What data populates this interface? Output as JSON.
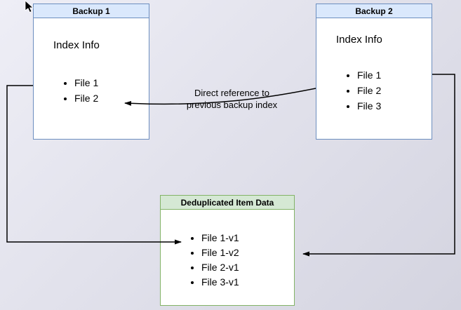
{
  "diagram": {
    "backup1": {
      "title": "Backup 1",
      "subtitle": "Index Info",
      "files": [
        "File 1",
        "File 2"
      ]
    },
    "backup2": {
      "title": "Backup 2",
      "subtitle": "Index Info",
      "files": [
        "File 1",
        "File 2",
        "File 3"
      ]
    },
    "dedup": {
      "title": "Deduplicated Item Data",
      "items": [
        "File 1-v1",
        "File 1-v2",
        "File 2-v1",
        "File 3-v1"
      ]
    },
    "annotation": {
      "line1": "Direct reference to",
      "line2": "previous backup index"
    },
    "colors": {
      "blue_border": "#6c8ebf",
      "blue_fill": "#dae8fc",
      "green_border": "#82b366",
      "green_fill": "#d5e8d4",
      "box_body": "#ffffff",
      "arrow": "#000000",
      "background_light": "#eeeef6",
      "background_dark": "#d4d4e0"
    }
  }
}
